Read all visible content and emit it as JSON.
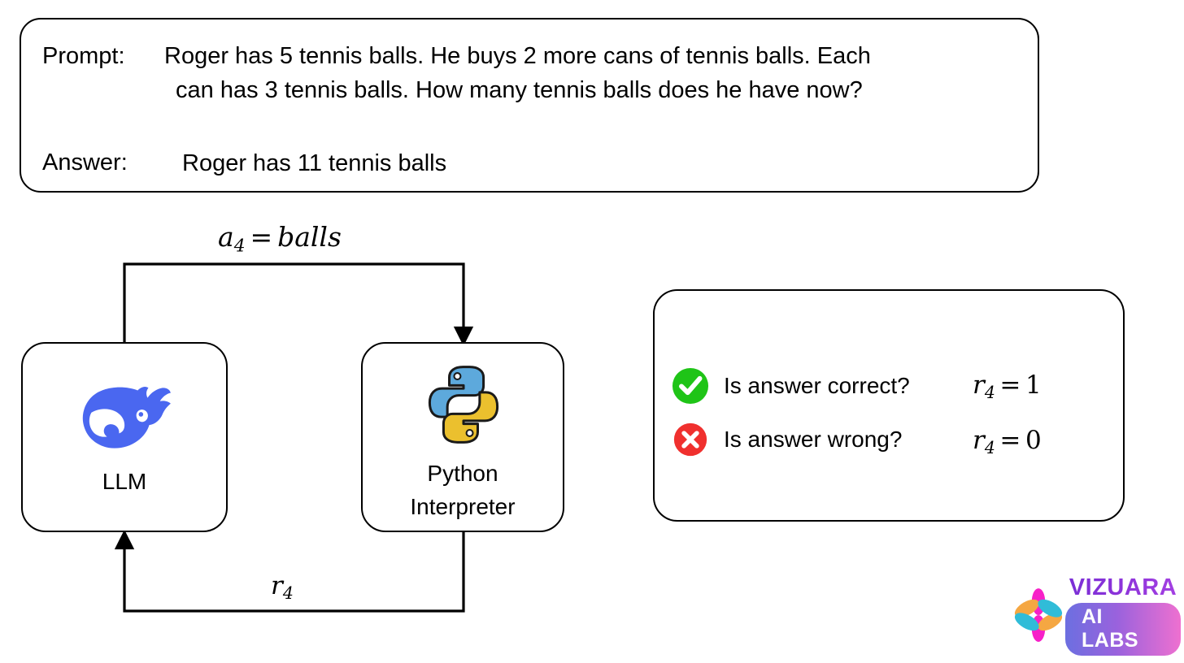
{
  "prompt_card": {
    "prompt_label": "Prompt:",
    "prompt_line1": "Roger has 5 tennis balls. He buys 2 more cans of tennis balls. Each",
    "prompt_line2": "can has 3 tennis balls. How many tennis balls does he have now?",
    "answer_label": "Answer:",
    "answer_text": "Roger has 11 tennis balls"
  },
  "flow": {
    "llm_node": {
      "caption": "LLM",
      "icon": "deepseek-whale-icon",
      "icon_color": "#4a67f0"
    },
    "python_node": {
      "caption_line1": "Python",
      "caption_line2": "Interpreter",
      "icon": "python-logo-icon",
      "icon_blue": "#5da9dc",
      "icon_yellow": "#ebc02e",
      "icon_outline": "#1a1a1a"
    },
    "top_edge_label": {
      "symbol": "a",
      "subscript": "4",
      "operator": "=",
      "value": "balls"
    },
    "bottom_edge_label": {
      "symbol": "r",
      "subscript": "4"
    },
    "edge_color": "#000000"
  },
  "reward_card": {
    "rows": [
      {
        "icon": "check-circle-icon",
        "icon_color": "#1fc417",
        "question": "Is answer correct?",
        "math": {
          "symbol": "r",
          "subscript": "4",
          "operator": "=",
          "value": "1"
        }
      },
      {
        "icon": "x-circle-icon",
        "icon_color": "#f0302e",
        "question": "Is answer wrong?",
        "math": {
          "symbol": "r",
          "subscript": "4",
          "operator": "=",
          "value": "0"
        }
      }
    ]
  },
  "branding": {
    "title": "VIZUARA",
    "subtitle": "AI LABS",
    "title_color": "#7b2fd6",
    "pill_color_start": "#6c6fe0",
    "pill_color_end": "#ee70d0",
    "flower_magenta": "#f720c8",
    "flower_orange": "#f5a742",
    "flower_cyan": "#30bcd8"
  }
}
